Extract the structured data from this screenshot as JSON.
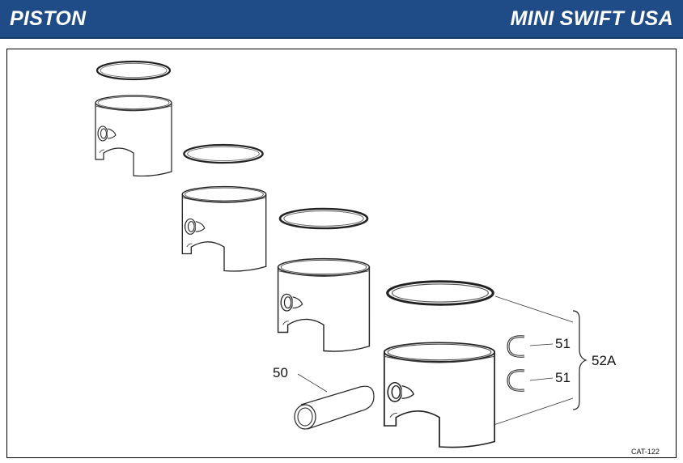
{
  "header": {
    "title": "PISTON",
    "brand": "MINI SWIFT USA",
    "bg_color": "#1f4b87"
  },
  "diagram": {
    "callouts": {
      "pin": "50",
      "clip_a": "51",
      "clip_b": "51",
      "kit": "52A"
    },
    "catalog_code": "CAT-122"
  }
}
